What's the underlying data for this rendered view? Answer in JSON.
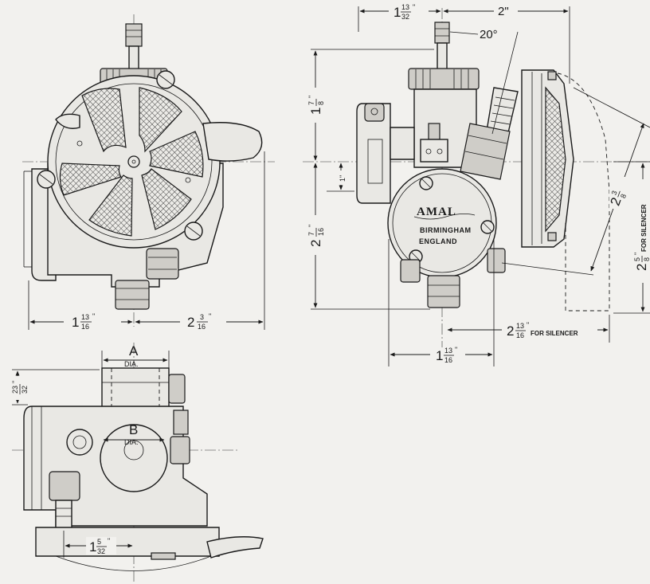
{
  "dimensions": {
    "front_left_width": {
      "whole": "1",
      "num": "13",
      "den": "16",
      "unit": "\""
    },
    "front_right_width": {
      "whole": "2",
      "num": "3",
      "den": "16",
      "unit": "\""
    },
    "side_top_left": {
      "whole": "1",
      "num": "13",
      "den": "32",
      "unit": "\""
    },
    "side_top_right": {
      "text": "2\""
    },
    "angle": {
      "text": "20°"
    },
    "side_height_upper": {
      "whole": "1",
      "num": "7",
      "den": "8",
      "unit": "\""
    },
    "side_height_one": {
      "text": "1\""
    },
    "side_height_lower": {
      "whole": "2",
      "num": "7",
      "den": "16",
      "unit": "\""
    },
    "side_angled": {
      "whole": "2",
      "num": "3",
      "den": "8",
      "unit": "\""
    },
    "silencer_height": {
      "whole": "2",
      "num": "5",
      "den": "8",
      "unit": "\"",
      "note": "FOR SILENCER"
    },
    "silencer_width": {
      "whole": "2",
      "num": "13",
      "den": "16",
      "unit": "\"",
      "note": "FOR SILENCER"
    },
    "side_bottom_width": {
      "whole": "1",
      "num": "13",
      "den": "16",
      "unit": "\""
    },
    "plan_height": {
      "num": "23",
      "den": "32",
      "unit": "\""
    },
    "plan_bottom_width": {
      "whole": "1",
      "num": "5",
      "den": "32",
      "unit": "\""
    }
  },
  "labels": {
    "a_letter": "A",
    "a_dia": "DIA.",
    "b_letter": "B",
    "b_dia": "DIA."
  },
  "nameplate": {
    "brand": "AMAL",
    "city": "BIRMINGHAM",
    "country": "ENGLAND"
  }
}
